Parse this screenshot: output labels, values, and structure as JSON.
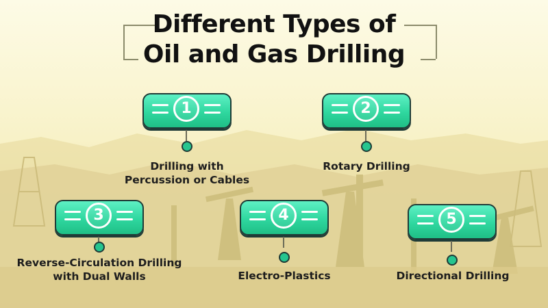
{
  "title": {
    "line1": "Different Types of",
    "line2": "Oil and Gas Drilling"
  },
  "colors": {
    "badge_fill": "#2fd79f",
    "badge_outline": "#1f3b37",
    "text": "#111111",
    "background": "#f8f2c8"
  },
  "items": [
    {
      "number": "1",
      "label_line1": "Drilling with",
      "label_line2": "Percussion or Cables"
    },
    {
      "number": "2",
      "label_line1": "Rotary Drilling",
      "label_line2": ""
    },
    {
      "number": "3",
      "label_line1": "Reverse-Circulation Drilling",
      "label_line2": "with Dual Walls"
    },
    {
      "number": "4",
      "label_line1": "Electro-Plastics",
      "label_line2": ""
    },
    {
      "number": "5",
      "label_line1": "Directional Drilling",
      "label_line2": ""
    }
  ]
}
